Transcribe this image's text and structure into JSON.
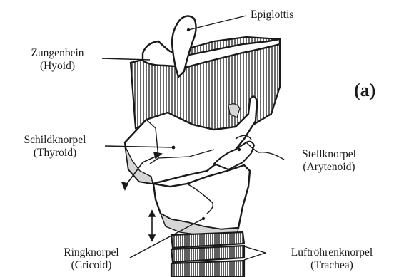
{
  "panel_letter": "(a)",
  "labels": {
    "epiglottis": {
      "line1": "Epiglottis"
    },
    "hyoid": {
      "line1": "Zungenbein",
      "line2": "(Hyoid)"
    },
    "thyroid": {
      "line1": "Schildknorpel",
      "line2": "(Thyroid)"
    },
    "arytenoid": {
      "line1": "Stellknorpel",
      "line2": "(Arytenoid)"
    },
    "cricoid": {
      "line1": "Ringknorpel",
      "line2": "(Cricoid)"
    },
    "trachea": {
      "line1": "Luftröhrenknorpel",
      "line2": "(Trachea)"
    }
  },
  "colors": {
    "ink": "#1a1a1a",
    "shade": "#d6d6d6",
    "background": "#ffffff"
  }
}
